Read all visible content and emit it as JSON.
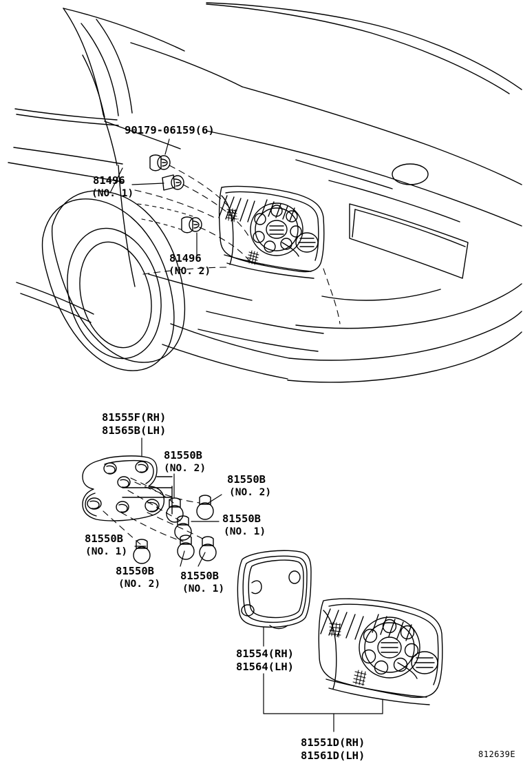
{
  "sheet": {
    "diagram_code": "812639E",
    "background": "#ffffff",
    "line_color": "#000000"
  },
  "upper_view": {
    "description": "rear quarter installed view",
    "callouts": [
      {
        "id": "c-90179",
        "part": "90179-06159(6)",
        "note": ""
      },
      {
        "id": "c-81496-1",
        "part": "81496",
        "note": "(NO. 1)"
      },
      {
        "id": "c-81496-2",
        "part": "81496",
        "note": "(NO. 2)"
      }
    ]
  },
  "lower_view": {
    "description": "exploded rear combination lamp",
    "callouts": [
      {
        "id": "c-81555f",
        "part": "81555F(RH)",
        "part2": "81565B(LH)"
      },
      {
        "id": "c-bulb-a",
        "part": "81550B",
        "note": "(NO. 2)"
      },
      {
        "id": "c-bulb-b",
        "part": "81550B",
        "note": "(NO. 2)"
      },
      {
        "id": "c-bulb-c",
        "part": "81550B",
        "note": "(NO. 1)"
      },
      {
        "id": "c-bulb-d",
        "part": "81550B",
        "note": "(NO. 1)"
      },
      {
        "id": "c-bulb-e",
        "part": "81550B",
        "note": "(NO. 2)"
      },
      {
        "id": "c-bulb-f",
        "part": "81550B",
        "note": "(NO. 1)"
      },
      {
        "id": "c-81554",
        "part": "81554(RH)",
        "part2": "81564(LH)"
      },
      {
        "id": "c-81551d",
        "part": "81551D(RH)",
        "part2": "81561D(LH)"
      }
    ]
  }
}
